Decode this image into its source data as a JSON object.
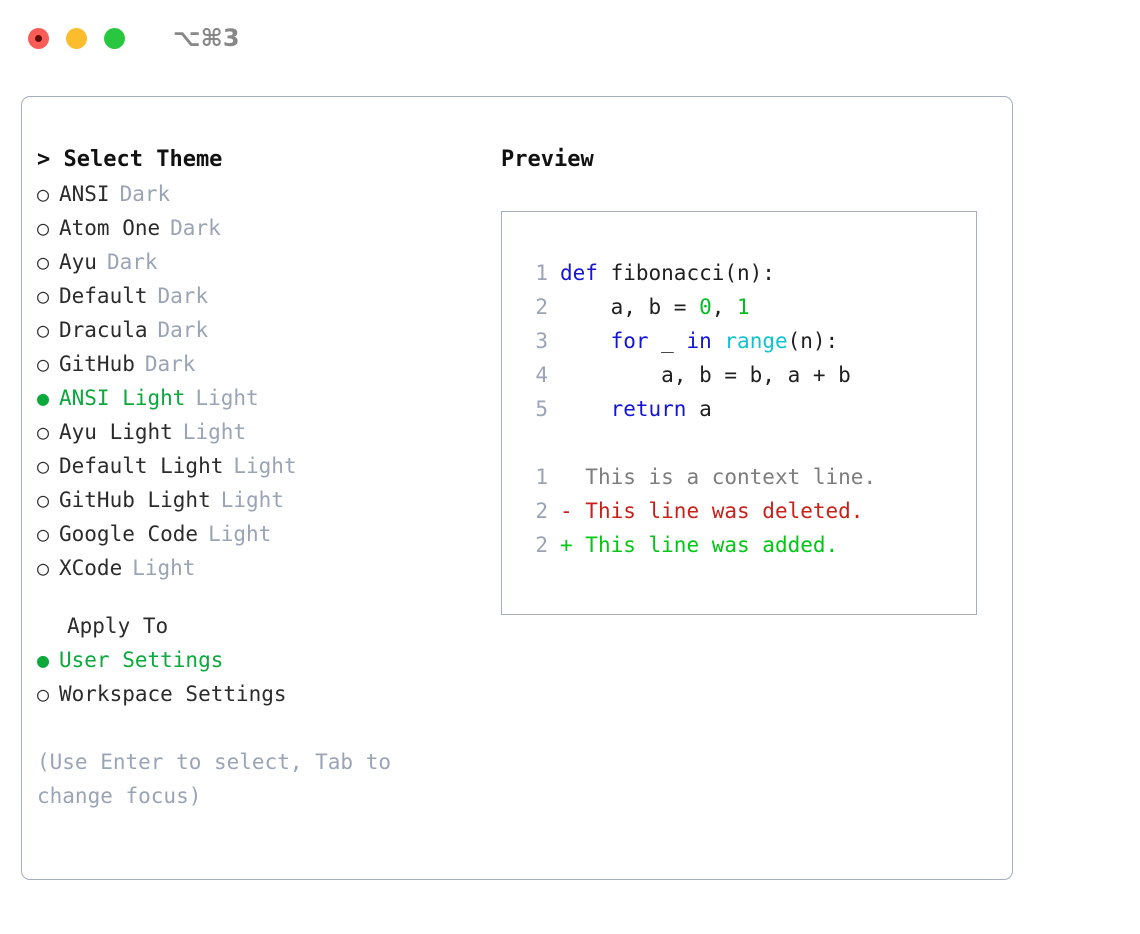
{
  "titlebar": {
    "shortcut": "⌥⌘3",
    "lights": [
      "close",
      "minimize",
      "maximize"
    ]
  },
  "theme_picker": {
    "heading": "> Select Theme",
    "heading_caret": ">",
    "heading_text": "Select Theme",
    "options": [
      {
        "bullet": "○",
        "label": "ANSI",
        "tag": "Dark",
        "selected": false
      },
      {
        "bullet": "○",
        "label": "Atom One",
        "tag": "Dark",
        "selected": false
      },
      {
        "bullet": "○",
        "label": "Ayu",
        "tag": "Dark",
        "selected": false
      },
      {
        "bullet": "○",
        "label": "Default",
        "tag": "Dark",
        "selected": false
      },
      {
        "bullet": "○",
        "label": "Dracula",
        "tag": "Dark",
        "selected": false
      },
      {
        "bullet": "○",
        "label": "GitHub",
        "tag": "Dark",
        "selected": false
      },
      {
        "bullet": "●",
        "label": "ANSI Light",
        "tag": "Light",
        "selected": true
      },
      {
        "bullet": "○",
        "label": "Ayu Light",
        "tag": "Light",
        "selected": false
      },
      {
        "bullet": "○",
        "label": "Default Light",
        "tag": "Light",
        "selected": false
      },
      {
        "bullet": "○",
        "label": "GitHub Light",
        "tag": "Light",
        "selected": false
      },
      {
        "bullet": "○",
        "label": "Google Code",
        "tag": "Light",
        "selected": false
      },
      {
        "bullet": "○",
        "label": "XCode",
        "tag": "Light",
        "selected": false
      }
    ]
  },
  "apply_to": {
    "heading": "Apply To",
    "options": [
      {
        "bullet": "●",
        "label": "User Settings",
        "selected": true
      },
      {
        "bullet": "○",
        "label": "Workspace Settings",
        "selected": false
      }
    ]
  },
  "hint": "(Use Enter to select, Tab to change focus)",
  "preview": {
    "title": "Preview",
    "code_lines": [
      {
        "no": "1",
        "tokens": [
          {
            "t": "def",
            "k": "kw"
          },
          {
            "t": " fibonacci",
            "k": "plain"
          },
          {
            "t": "(n):",
            "k": "plain"
          }
        ]
      },
      {
        "no": "2",
        "tokens": [
          {
            "t": "    a, b = ",
            "k": "plain"
          },
          {
            "t": "0",
            "k": "num"
          },
          {
            "t": ", ",
            "k": "plain"
          },
          {
            "t": "1",
            "k": "num"
          }
        ]
      },
      {
        "no": "3",
        "tokens": [
          {
            "t": "    ",
            "k": "plain"
          },
          {
            "t": "for",
            "k": "kw"
          },
          {
            "t": " _ ",
            "k": "plain"
          },
          {
            "t": "in",
            "k": "kw"
          },
          {
            "t": " ",
            "k": "plain"
          },
          {
            "t": "range",
            "k": "fn"
          },
          {
            "t": "(n):",
            "k": "plain"
          }
        ]
      },
      {
        "no": "4",
        "tokens": [
          {
            "t": "        a, b = b, a + b",
            "k": "plain"
          }
        ]
      },
      {
        "no": "5",
        "tokens": [
          {
            "t": "    ",
            "k": "plain"
          },
          {
            "t": "return",
            "k": "kw"
          },
          {
            "t": " a",
            "k": "plain"
          }
        ]
      }
    ],
    "diff_lines": [
      {
        "no": "1",
        "marker": " ",
        "text": " This is a context line.",
        "kind": "ctx"
      },
      {
        "no": "2",
        "marker": "-",
        "text": " This line was deleted.",
        "kind": "del"
      },
      {
        "no": "2",
        "marker": "+",
        "text": " This line was added.",
        "kind": "add"
      }
    ]
  },
  "colors": {
    "accent_green": "#0ba83c",
    "keyword_blue": "#1414d6",
    "function_cyan": "#0fc3d1",
    "number_green": "#00bf21",
    "diff_add": "#00c814",
    "diff_del": "#c8201a",
    "muted": "#9aa4b5",
    "border": "#a4aebe"
  }
}
